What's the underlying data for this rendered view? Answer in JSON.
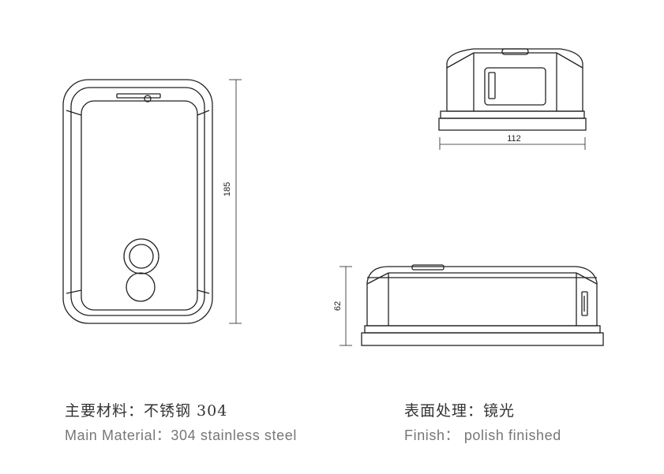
{
  "dimensions": {
    "height": "185",
    "width": "112",
    "depth": "62"
  },
  "spec": {
    "material_cn": "主要材料：不锈钢 304",
    "finish_cn": "表面处理：镜光",
    "material_en": "Main Material：304 stainless  steel",
    "finish_en": "Finish：  polish  finished"
  },
  "colors": {
    "line": "#222222",
    "text_cn": "#333333",
    "text_en": "#777777"
  }
}
